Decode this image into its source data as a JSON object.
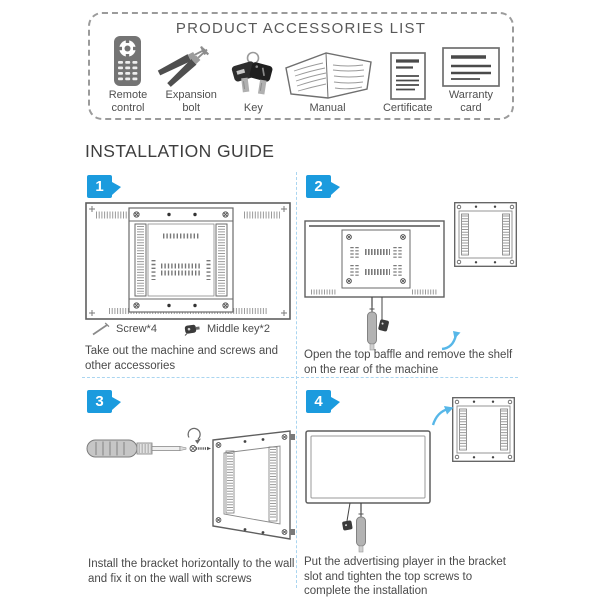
{
  "accessories": {
    "title": "PRODUCT ACCESSORIES LIST",
    "items": [
      {
        "label": "Remote control",
        "icon": "remote-control-icon"
      },
      {
        "label": "Expansion bolt",
        "icon": "expansion-bolt-icon"
      },
      {
        "label": "Key",
        "icon": "key-icon"
      },
      {
        "label": "Manual",
        "icon": "manual-icon"
      },
      {
        "label": "Certificate",
        "icon": "certificate-icon"
      },
      {
        "label": "Warranty card",
        "icon": "warranty-card-icon"
      }
    ]
  },
  "guide": {
    "title": "INSTALLATION GUIDE",
    "steps": [
      {
        "number": "1",
        "parts": [
          {
            "icon": "screw-icon",
            "label": "Screw*4"
          },
          {
            "icon": "middle-key-icon",
            "label": "Middle key*2"
          }
        ],
        "caption": "Take out the machine and screws and other accessories"
      },
      {
        "number": "2",
        "caption": "Open the top baffle and remove the shelf on the rear of the machine"
      },
      {
        "number": "3",
        "caption": "Install the bracket horizontally to the wall and fix it on the wall with screws"
      },
      {
        "number": "4",
        "caption": "Put the advertising player in the bracket slot and tighten the top screws to complete the installation"
      }
    ]
  },
  "colors": {
    "accent": "#1b9bde",
    "divider_dash": "#aad5f0",
    "line_art": "#5f5f5f",
    "icon_gray": "#6d6d6d",
    "arrow_blue": "#57b7e8",
    "text": "#4a4a4a"
  }
}
